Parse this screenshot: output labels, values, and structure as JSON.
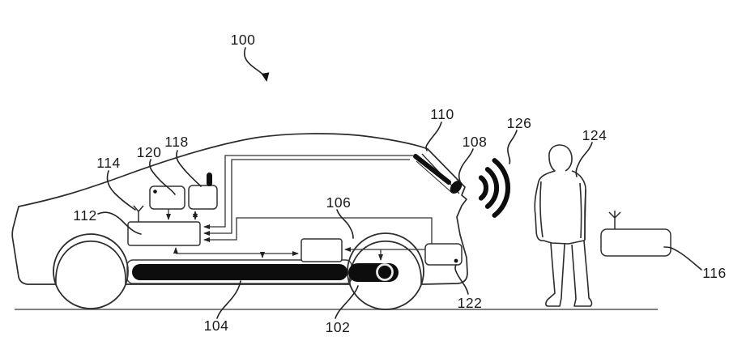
{
  "figure": {
    "kind": "patent-line-drawing",
    "subject": "vehicle side view with control modules, rear sensor, wireless signal, person and remote device"
  },
  "colors": {
    "paper": "#ffffff",
    "ink": "#2b2b2b",
    "solid_fill": "#0f0f0f",
    "ground": "#6f6f6f"
  },
  "labels": {
    "l100": "100",
    "l102": "102",
    "l104": "104",
    "l106": "106",
    "l108": "108",
    "l110": "110",
    "l112": "112",
    "l114": "114",
    "l116": "116",
    "l118": "118",
    "l120": "120",
    "l122": "122",
    "l124": "124",
    "l126": "126"
  }
}
